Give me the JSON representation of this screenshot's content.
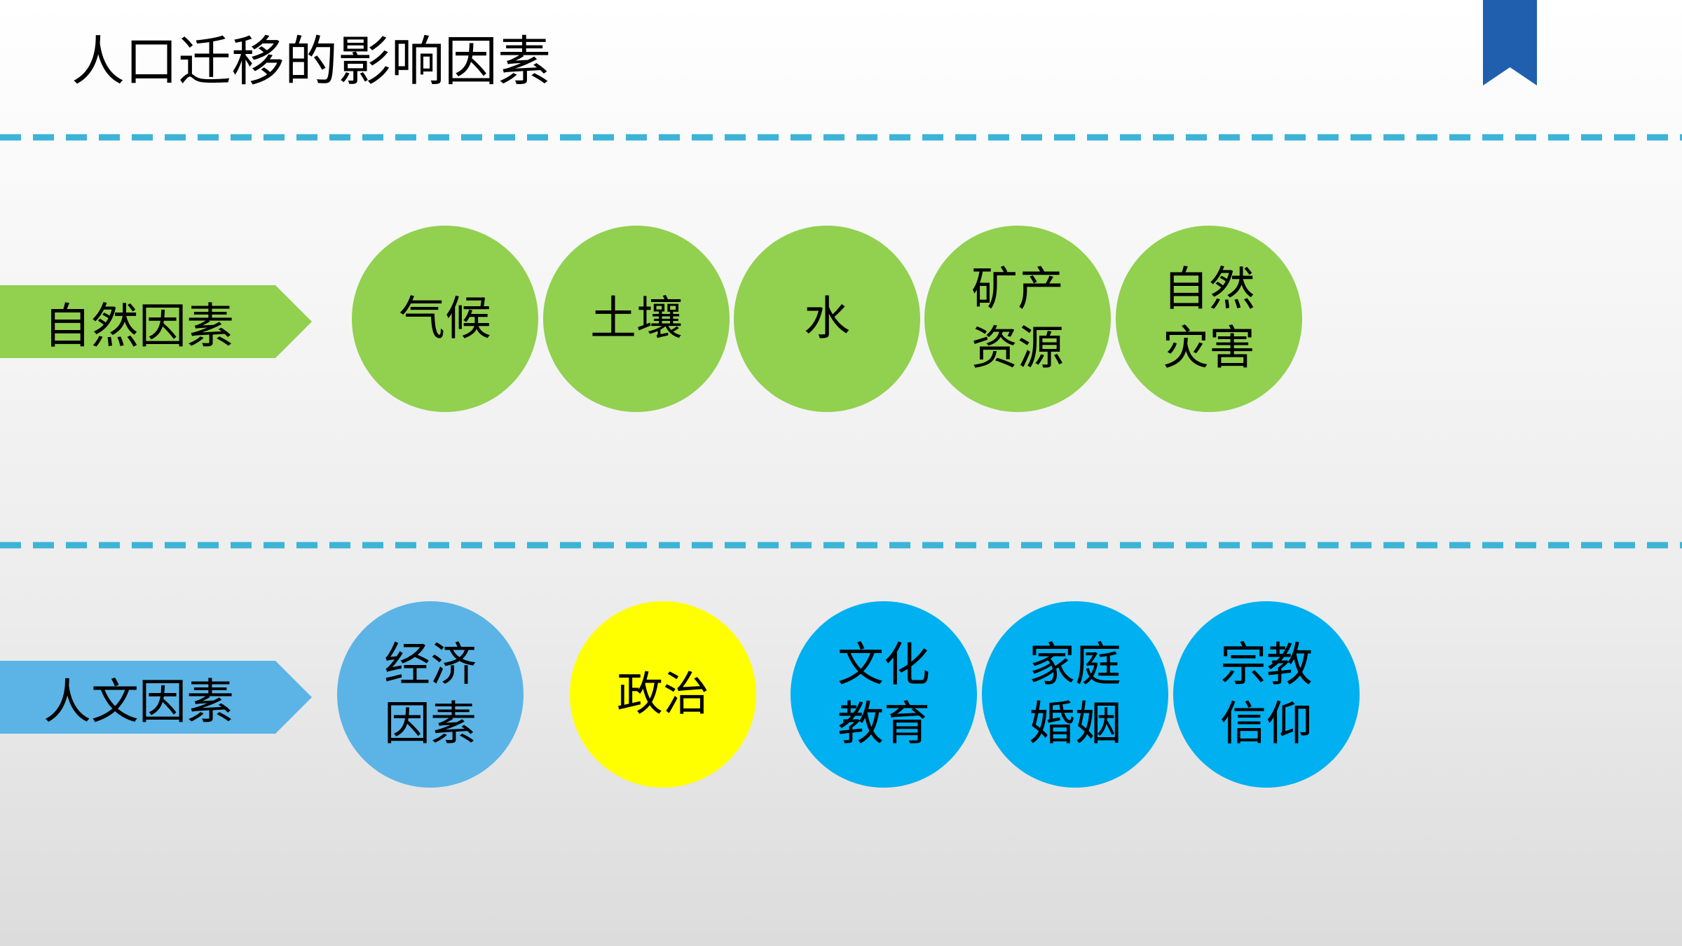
{
  "title": "人口迁移的影响因素",
  "colors": {
    "green": "#92d050",
    "light_blue": "#5bb4e5",
    "yellow": "#ffff00",
    "blue": "#00b0f0",
    "divider": "#3cb4d7",
    "bookmark": "#1f5fad"
  },
  "natural": {
    "label": "自然因素",
    "items": [
      {
        "lines": [
          "气候"
        ]
      },
      {
        "lines": [
          "土壤"
        ]
      },
      {
        "lines": [
          "水"
        ]
      },
      {
        "lines": [
          "矿产",
          "资源"
        ]
      },
      {
        "lines": [
          "自然",
          "灾害"
        ]
      }
    ]
  },
  "human": {
    "label": "人文因素",
    "items": [
      {
        "lines": [
          "经济",
          "因素"
        ],
        "color_key": "light_blue"
      },
      {
        "lines": [
          "政治"
        ],
        "color_key": "yellow"
      },
      {
        "lines": [
          "文化",
          "教育"
        ],
        "color_key": "blue"
      },
      {
        "lines": [
          "家庭",
          "婚姻"
        ],
        "color_key": "blue"
      },
      {
        "lines": [
          "宗教",
          "信仰"
        ],
        "color_key": "blue"
      }
    ]
  }
}
